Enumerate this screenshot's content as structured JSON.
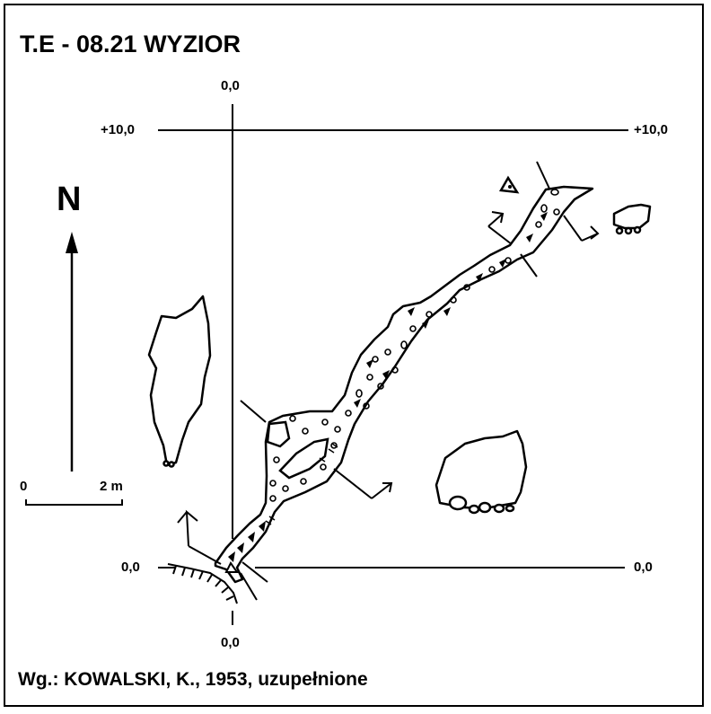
{
  "title": "T.E - 08.21  WYZIOR",
  "credit": "Wg.: KOWALSKI, K., 1953, uzupełnione",
  "north_label": "N",
  "scale": {
    "start": "0",
    "end": "2 m"
  },
  "grid": {
    "top_origin": "0,0",
    "bottom_origin": "0,0",
    "left_origin": "0,0",
    "right_origin": "0,0",
    "left_ten": "+10,0",
    "right_ten": "+10,0"
  },
  "colors": {
    "ink": "#000000",
    "paper": "#ffffff"
  }
}
